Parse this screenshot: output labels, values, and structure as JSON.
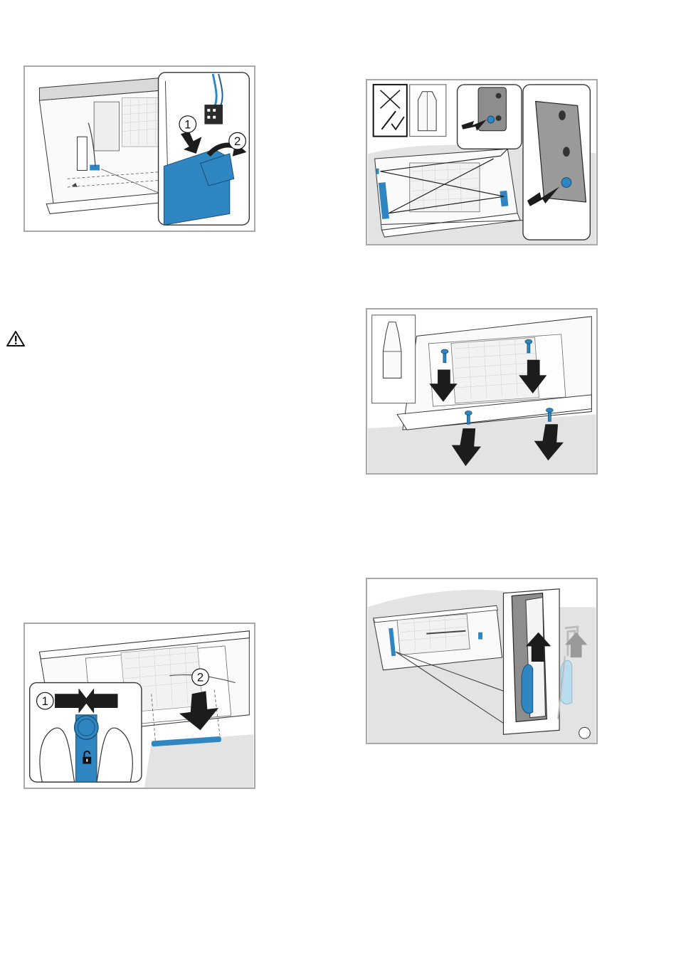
{
  "figures": [
    {
      "id": "fig-connector",
      "callouts": [
        "1",
        "2"
      ],
      "icons": [
        "plug-connector-icon",
        "arrow-icon",
        "rotate-arrow-icon"
      ]
    },
    {
      "id": "fig-brackets",
      "callouts": [],
      "icons": [
        "no-screwdriver-icon",
        "screwdriver-check-icon",
        "hex-bit-icon",
        "arrow-icon"
      ]
    },
    {
      "id": "fig-screws",
      "callouts": [],
      "icons": [
        "torx-bit-icon",
        "arrow-icon"
      ]
    },
    {
      "id": "fig-unlock",
      "callouts": [
        "1",
        "2"
      ],
      "icons": [
        "unlock-icon",
        "squeeze-arrows-icon",
        "arrow-icon"
      ]
    },
    {
      "id": "fig-clip",
      "callouts": [],
      "icons": [
        "arrow-up-icon"
      ]
    }
  ],
  "warning": {
    "icon": "warning-triangle-icon"
  },
  "colors": {
    "accent": "#2f86c1",
    "frame": "#a8a8a8",
    "line": "#3a3a3a",
    "shade": "#e3e3e3"
  }
}
